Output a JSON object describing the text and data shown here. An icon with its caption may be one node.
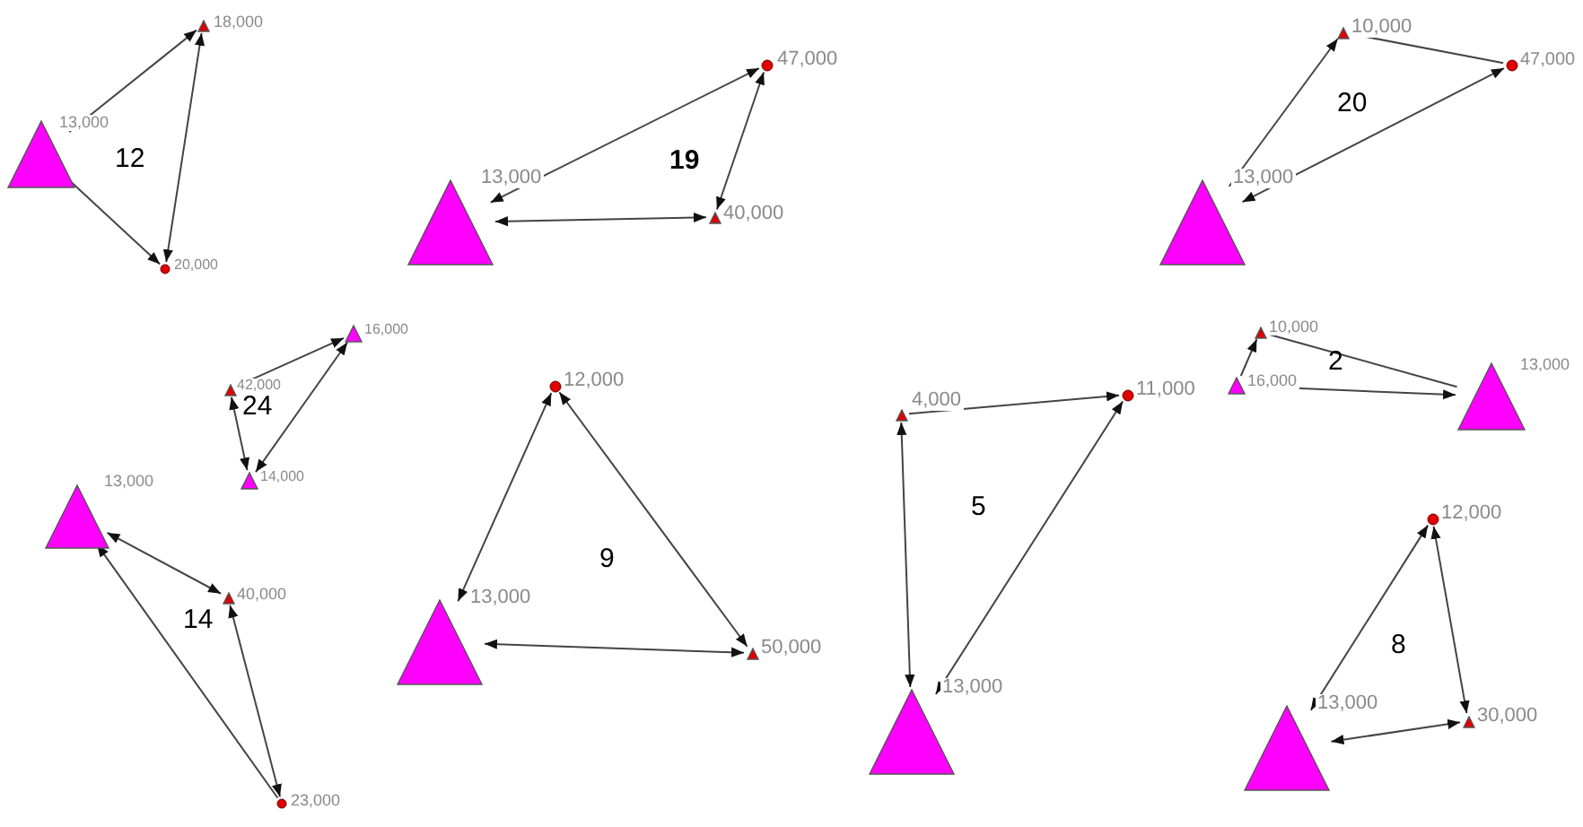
{
  "diagram": {
    "nodes": [
      {
        "text": [],
        "shape": "triangle",
        "beside": [
          "13,000"
        ]
      },
      {
        "text": [],
        "shape": "triangle",
        "beside": [
          "18,000"
        ]
      },
      {
        "text": [],
        "shape": "circle",
        "beside": [
          "20,000"
        ]
      },
      {
        "text": [],
        "shape": "triangle",
        "beside": [
          "13,000"
        ]
      },
      {
        "text": [],
        "shape": "circle",
        "beside": [
          "47,000"
        ]
      },
      {
        "text": [],
        "shape": "triangle",
        "beside": [
          "40,000"
        ]
      },
      {
        "text": [],
        "shape": "triangle",
        "beside": [
          "13,000"
        ]
      },
      {
        "text": [],
        "shape": "triangle",
        "beside": [
          "10,000"
        ]
      },
      {
        "text": [],
        "shape": "circle",
        "beside": [
          "47,000"
        ]
      },
      {
        "text": [],
        "shape": "triangle",
        "beside": [
          "16,000"
        ]
      },
      {
        "text": [],
        "shape": "triangle",
        "beside": [
          "42,000"
        ]
      },
      {
        "text": [],
        "shape": "triangle",
        "beside": [
          "14,000"
        ]
      },
      {
        "text": [],
        "shape": "triangle",
        "beside": [
          "13,000"
        ]
      },
      {
        "text": [],
        "shape": "triangle",
        "beside": [
          "40,000"
        ]
      },
      {
        "text": [],
        "shape": "circle",
        "beside": [
          "23,000"
        ]
      },
      {
        "text": [],
        "shape": "triangle",
        "beside": [
          "13,000"
        ]
      },
      {
        "text": [],
        "shape": "circle",
        "beside": [
          "12,000"
        ]
      },
      {
        "text": [],
        "shape": "triangle",
        "beside": [
          "50,000"
        ]
      },
      {
        "text": [],
        "shape": "triangle",
        "beside": [
          "13,000"
        ]
      },
      {
        "text": [],
        "shape": "triangle",
        "beside": [
          "4,000"
        ]
      },
      {
        "text": [],
        "shape": "circle",
        "beside": [
          "11,000"
        ]
      },
      {
        "text": [],
        "shape": "triangle",
        "beside": [
          "13,000"
        ]
      },
      {
        "text": [],
        "shape": "triangle",
        "beside": [
          "10,000"
        ]
      },
      {
        "text": [],
        "shape": "triangle",
        "beside": [
          "16,000"
        ]
      },
      {
        "text": [],
        "shape": "triangle",
        "beside": [
          "13,000"
        ]
      },
      {
        "text": [],
        "shape": "circle",
        "beside": [
          "12,000"
        ]
      },
      {
        "text": [],
        "shape": "triangle",
        "beside": [
          "30,000"
        ]
      }
    ],
    "edges": [
      {
        "from": 0,
        "to": 1,
        "arrow": "to"
      },
      {
        "from": 0,
        "to": 2,
        "arrow": "to"
      },
      {
        "from": 1,
        "to": 2,
        "arrow": "both"
      },
      {
        "from": 3,
        "to": 4,
        "arrow": "both"
      },
      {
        "from": 3,
        "to": 5,
        "arrow": "both"
      },
      {
        "from": 4,
        "to": 5,
        "arrow": "both"
      },
      {
        "from": 6,
        "to": 7,
        "arrow": "to"
      },
      {
        "from": 7,
        "to": 8,
        "arrow": "none"
      },
      {
        "from": 6,
        "to": 8,
        "arrow": "both"
      },
      {
        "from": 10,
        "to": 9,
        "arrow": "to"
      },
      {
        "from": 9,
        "to": 11,
        "arrow": "both"
      },
      {
        "from": 10,
        "to": 11,
        "arrow": "both"
      },
      {
        "from": 12,
        "to": 13,
        "arrow": "both"
      },
      {
        "from": 13,
        "to": 14,
        "arrow": "both"
      },
      {
        "from": 14,
        "to": 12,
        "arrow": "to"
      },
      {
        "from": 15,
        "to": 16,
        "arrow": "both"
      },
      {
        "from": 16,
        "to": 17,
        "arrow": "both"
      },
      {
        "from": 15,
        "to": 17,
        "arrow": "both"
      },
      {
        "from": 19,
        "to": 20,
        "arrow": "to"
      },
      {
        "from": 19,
        "to": 18,
        "arrow": "both"
      },
      {
        "from": 20,
        "to": 18,
        "arrow": "both"
      },
      {
        "from": 23,
        "to": 22,
        "arrow": "to"
      },
      {
        "from": 22,
        "to": 21,
        "arrow": "none"
      },
      {
        "from": 23,
        "to": 21,
        "arrow": "to"
      },
      {
        "from": 24,
        "to": 25,
        "arrow": "both"
      },
      {
        "from": 25,
        "to": 26,
        "arrow": "both"
      },
      {
        "from": 24,
        "to": 26,
        "arrow": "both"
      }
    ],
    "labels": [
      "12",
      "19",
      "20",
      "24",
      "14",
      "9",
      "5",
      "2",
      "8"
    ]
  }
}
